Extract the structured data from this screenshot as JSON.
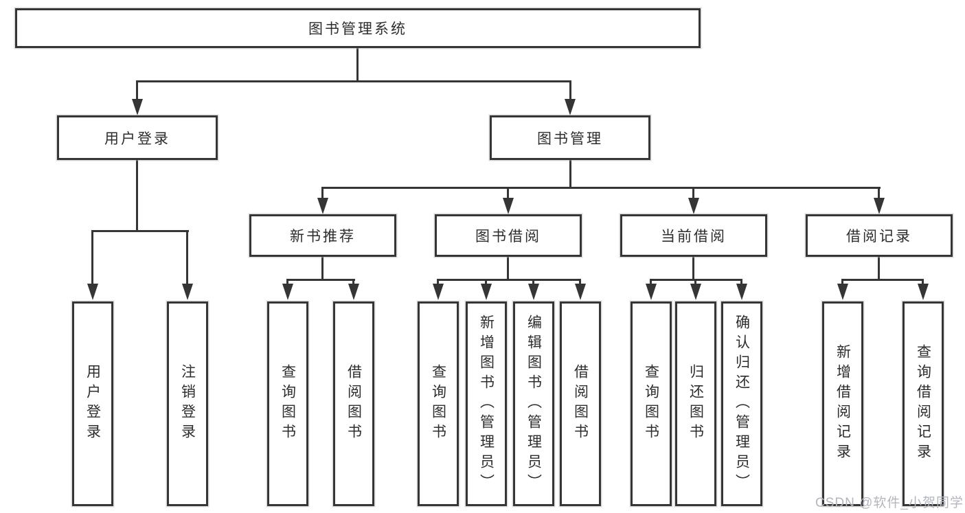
{
  "diagram": {
    "root": {
      "label": "图书管理系统"
    },
    "level2": [
      {
        "label": "用户登录"
      },
      {
        "label": "图书管理"
      }
    ],
    "level3": [
      {
        "label": "新书推荐"
      },
      {
        "label": "图书借阅"
      },
      {
        "label": "当前借阅"
      },
      {
        "label": "借阅记录"
      }
    ],
    "leaves": [
      {
        "label": "用户登录"
      },
      {
        "label": "注销登录"
      },
      {
        "label": "查询图书"
      },
      {
        "label": "借阅图书"
      },
      {
        "label": "查询图书"
      },
      {
        "label": "新增图书（管理员）"
      },
      {
        "label": "编辑图书（管理员）"
      },
      {
        "label": "借阅图书"
      },
      {
        "label": "查询图书"
      },
      {
        "label": "归还图书"
      },
      {
        "label": "确认归还（管理员）"
      },
      {
        "label": "新增借阅记录"
      },
      {
        "label": "查询借阅记录"
      }
    ]
  },
  "watermark": {
    "text": "CSDN @软件_小贺同学"
  },
  "colors": {
    "line": "#353535",
    "text": "#2d2d2d",
    "watermark": "#b4b6bf",
    "background": "#ffffff"
  }
}
